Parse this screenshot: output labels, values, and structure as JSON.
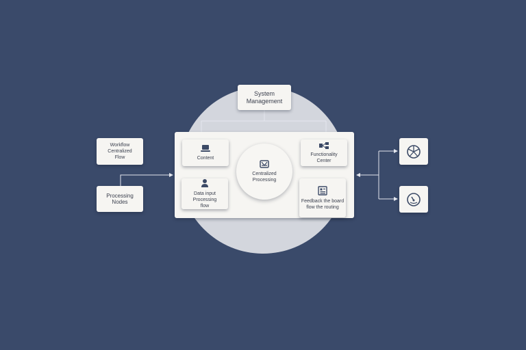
{
  "diagram": {
    "title": "System\nManagement",
    "hub": {
      "label": "Centralized\nProcessing",
      "icon": "network-hub-icon"
    },
    "panel_nodes": [
      {
        "key": "top-left",
        "label": "Content",
        "icon": "laptop-icon"
      },
      {
        "key": "bottom-left",
        "label": "Data input\nProcessing\nflow",
        "icon": "user-icon"
      },
      {
        "key": "top-right",
        "label": "Functionality\nCenter",
        "icon": "network-icon"
      },
      {
        "key": "bottom-right",
        "label": "Feedback the board\nflow the routing",
        "icon": "document-list-icon"
      }
    ],
    "input_nodes": [
      {
        "label": "Workflow\nCentralized\nFlow"
      },
      {
        "label": "Processing\nNodes"
      }
    ],
    "output_nodes": [
      {
        "icon": "aperture-icon"
      },
      {
        "icon": "gauge-icon"
      }
    ]
  },
  "colors": {
    "background": "#3a4a6a",
    "card": "#f6f5f2",
    "backdrop": "#d3d6dd",
    "connector": "#e4e7ee",
    "text": "#3a3f4d",
    "icon": "#3c4a66"
  }
}
